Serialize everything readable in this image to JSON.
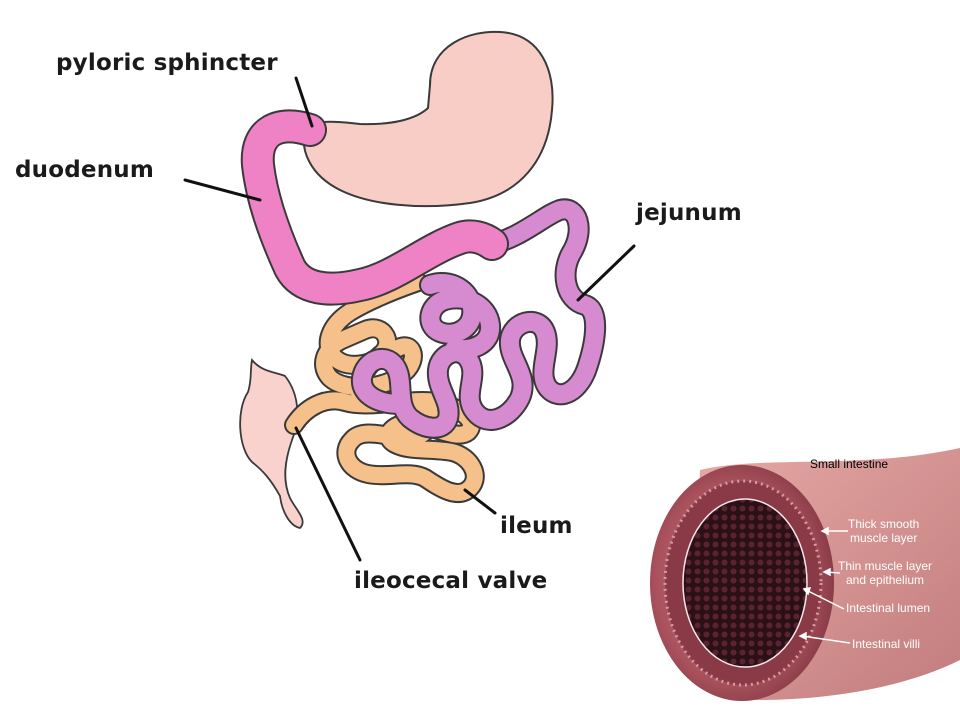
{
  "labels": {
    "pyloric_sphincter": "pyloric sphincter",
    "duodenum": "duodenum",
    "jejunum": "jejunum",
    "ileum": "ileum",
    "ileocecal_valve": "ileocecal valve"
  },
  "inset": {
    "title": "Small intestine",
    "thick_muscle": [
      "Thick smooth",
      "muscle layer"
    ],
    "thin_muscle": [
      "Thin muscle layer",
      "and epithelium"
    ],
    "lumen": "Intestinal lumen",
    "villi": "Intestinal villi"
  },
  "colors": {
    "stomach": "#f7cdc6",
    "duodenum": "#ee82c4",
    "jejunum": "#d68ad0",
    "ileum": "#f5c08a",
    "cecum": "#f9d2cd",
    "tube_wall": "#b8646d",
    "lumen": "#3b1a22"
  }
}
